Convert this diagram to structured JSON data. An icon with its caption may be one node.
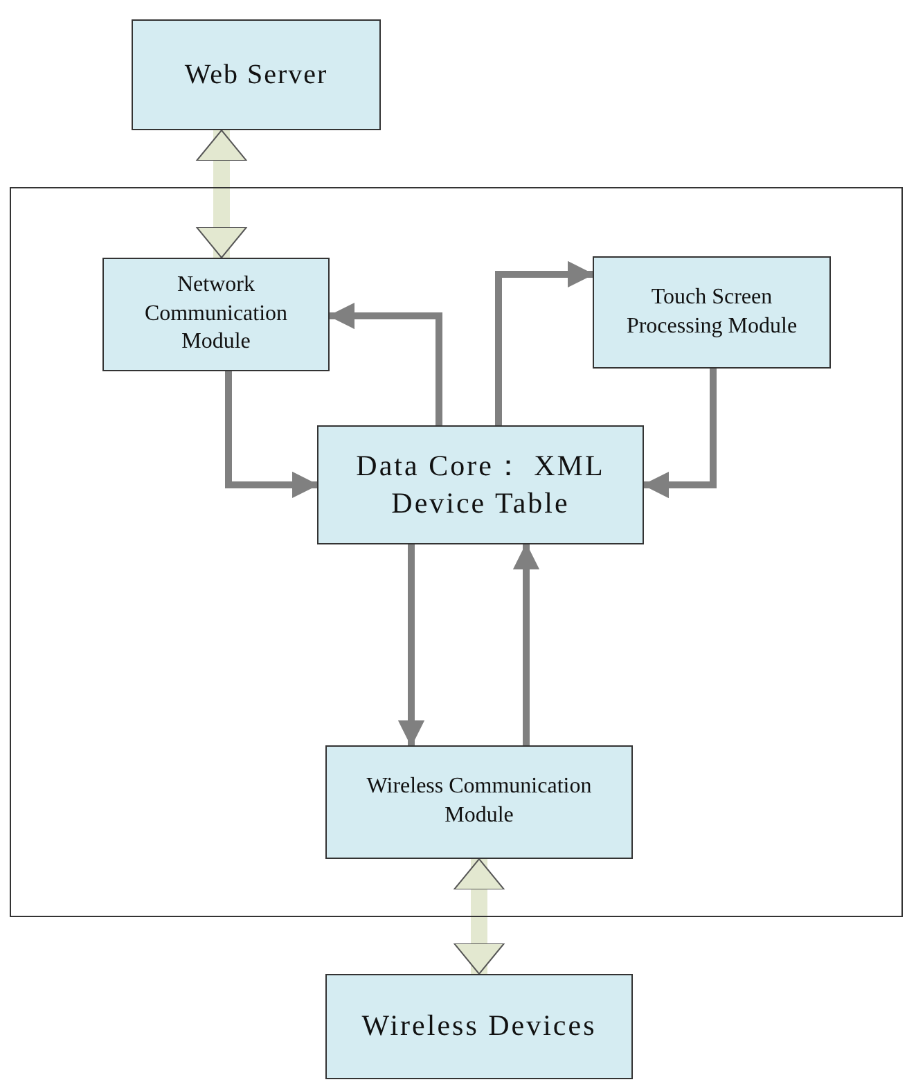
{
  "diagram": {
    "nodes": [
      {
        "text": [
          "Web Server"
        ]
      },
      {
        "text": [],
        "shape": "box"
      },
      {
        "text": [
          "Network Communication Module"
        ],
        "in": 1
      },
      {
        "text": [
          "Touch Screen Processing Module"
        ],
        "in": 1
      },
      {
        "text": [
          "Data Core： XML Device Table"
        ],
        "in": 1
      },
      {
        "text": [
          "Wireless Communication Module"
        ],
        "in": 1
      },
      {
        "text": [
          "Wireless Devices"
        ]
      }
    ],
    "edges": [
      {
        "from": 0,
        "to": 2,
        "arrow": "both",
        "style": "thick",
        "color": "#e3e8d0"
      },
      {
        "from": 2,
        "to": 4,
        "arrow": "to"
      },
      {
        "from": 4,
        "to": 2,
        "arrow": "to"
      },
      {
        "from": 4,
        "to": 3,
        "arrow": "to"
      },
      {
        "from": 3,
        "to": 4,
        "arrow": "to"
      },
      {
        "from": 4,
        "to": 5,
        "arrow": "to"
      },
      {
        "from": 5,
        "to": 4,
        "arrow": "to"
      },
      {
        "from": 5,
        "to": 6,
        "arrow": "both",
        "style": "thick",
        "color": "#e3e8d0"
      }
    ]
  }
}
